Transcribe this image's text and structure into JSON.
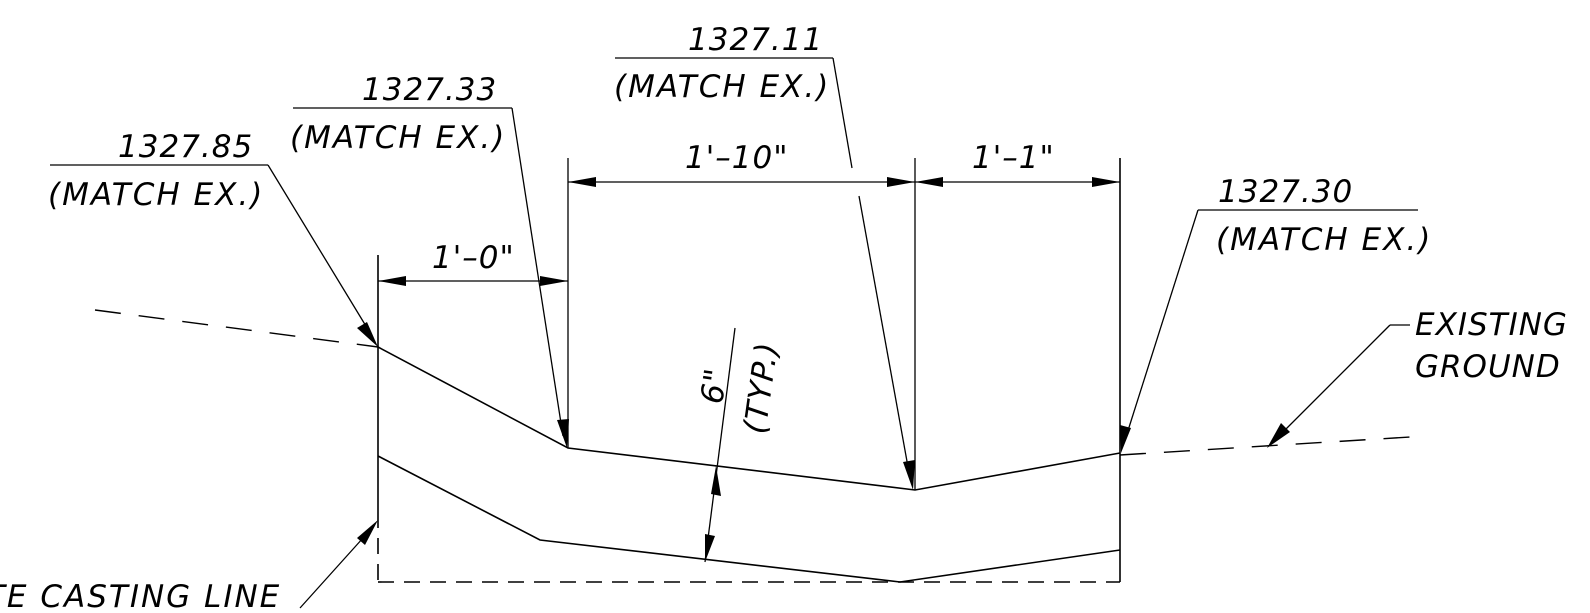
{
  "elevations": [
    {
      "value": "1327.85",
      "note": "(MATCH EX.)"
    },
    {
      "value": "1327.33",
      "note": "(MATCH EX.)"
    },
    {
      "value": "1327.11",
      "note": "(MATCH EX.)"
    },
    {
      "value": "1327.30",
      "note": "(MATCH EX.)"
    }
  ],
  "dimensions": {
    "left_width": "1'–0\"",
    "middle_width": "1'–10\"",
    "right_width": "1'–1\"",
    "thickness": "6\"",
    "thickness_note": "(TYP.)"
  },
  "callouts": {
    "existing_ground_line1": "EXISTING",
    "existing_ground_line2": "GROUND",
    "casting_line": "TE CASTING LINE"
  }
}
